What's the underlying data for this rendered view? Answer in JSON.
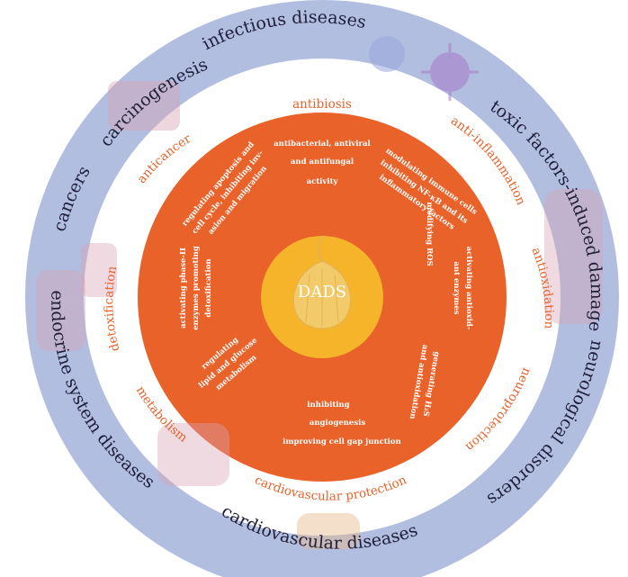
{
  "center": {
    "label": "DADS"
  },
  "outer_ring": {
    "labels": [
      "infectious diseases",
      "toxic factors-induced damage",
      "neurological disorders",
      "cardiovascular diseases",
      "endocrine system diseases",
      "cancers",
      "carcinogenesis"
    ]
  },
  "middle_ring": {
    "labels": [
      "antibiosis",
      "anti-inflammation",
      "antioxidation",
      "neuroprotection",
      "cardiovascular protection",
      "metabolism",
      "detoxification",
      "anticancer"
    ]
  },
  "inner_ring": {
    "antibiosis": [
      "antibacterial, antiviral",
      "and antifungal",
      "activity"
    ],
    "anti_inflammation": [
      "modulating immune cells",
      "inhibiting NF-κB and its",
      "inflammatory factors"
    ],
    "antioxidation": [
      "activating antioxid-",
      "ant enzymes",
      "modifying ROS"
    ],
    "neuroprotection": [
      "generating H₂S",
      "and antioxidation"
    ],
    "cardiovascular": [
      "inhibiting",
      "angiogenesis",
      "improving cell gap junction"
    ],
    "metabolism": [
      "regulating",
      "lipid and glucose",
      "metabolism"
    ],
    "detoxification": [
      "activating phase-II",
      "enzymes promoting",
      "detoxification"
    ],
    "anticancer": [
      "regulating apoptosis and",
      "cell cycle, inhibiting inv-",
      "asion and migration"
    ]
  },
  "colors": {
    "outer_ring": "#b2bedf",
    "middle_ring": "#ffffff",
    "inner_ring": "#e8622a",
    "center": "#f5b42a",
    "label_orange": "#e8622a"
  }
}
